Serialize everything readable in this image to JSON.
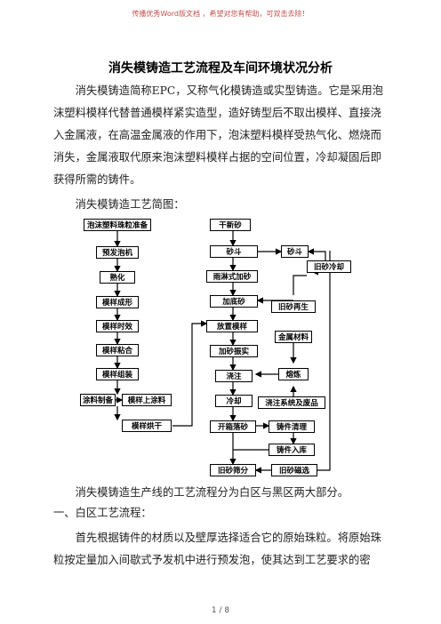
{
  "header_note": "传播优秀Word版文档 ，希望对您有帮助，可双击去除！",
  "title": "消失模铸造工艺流程及车间环境状况分析",
  "para1": "消失模铸造简称EPC，又称气化模铸造或实型铸造。它是采用泡沫塑料模样代替普通模样紧实造型，造好铸型后不取出模样、直接浇入金属液，在高温金属液的作用下，泡沫塑料模样受热气化、燃烧而消失，金属液取代原来泡沫塑料模样占据的空间位置，冷却凝固后即获得所需的铸件。",
  "para2": "消失模铸造工艺简图：",
  "flow": {
    "n1": "泡沫塑料珠粒准备",
    "n2": "预发泡机",
    "n3": "熟化",
    "n4": "模样成形",
    "n5": "模样时效",
    "n6": "模样粘合",
    "n7": "模样组装",
    "n8": "模样上涂料",
    "n9": "涂料制备",
    "n10": "模样烘干",
    "m1": "干新砂",
    "m2": "砂斗",
    "m3": "砂斗",
    "m4": "雨淋式加砂",
    "m5": "旧砂冷却",
    "m6": "加底砂",
    "m7": "旧砂再生",
    "m8": "放置模样",
    "m9": "加砂振实",
    "m10": "金属材料",
    "m11": "浇注",
    "m12": "熔炼",
    "m13": "冷却",
    "m14": "浇注系统及废品",
    "m15": "开箱落砂",
    "m16": "铸件清理",
    "m17": "铸件入库",
    "m18": "旧砂筛分",
    "m19": "旧砂磁选"
  },
  "para3": "消失模铸造生产线的工艺流程分为白区与黑区两大部分。",
  "heading1": "一、白区工艺流程：",
  "para4": "首先根据铸件的材质以及壁厚选择适合它的原始珠粒。将原始珠粒按定量加入间歇式予发机中进行预发泡，使其达到工艺要求的密",
  "footer": "1 / 8"
}
